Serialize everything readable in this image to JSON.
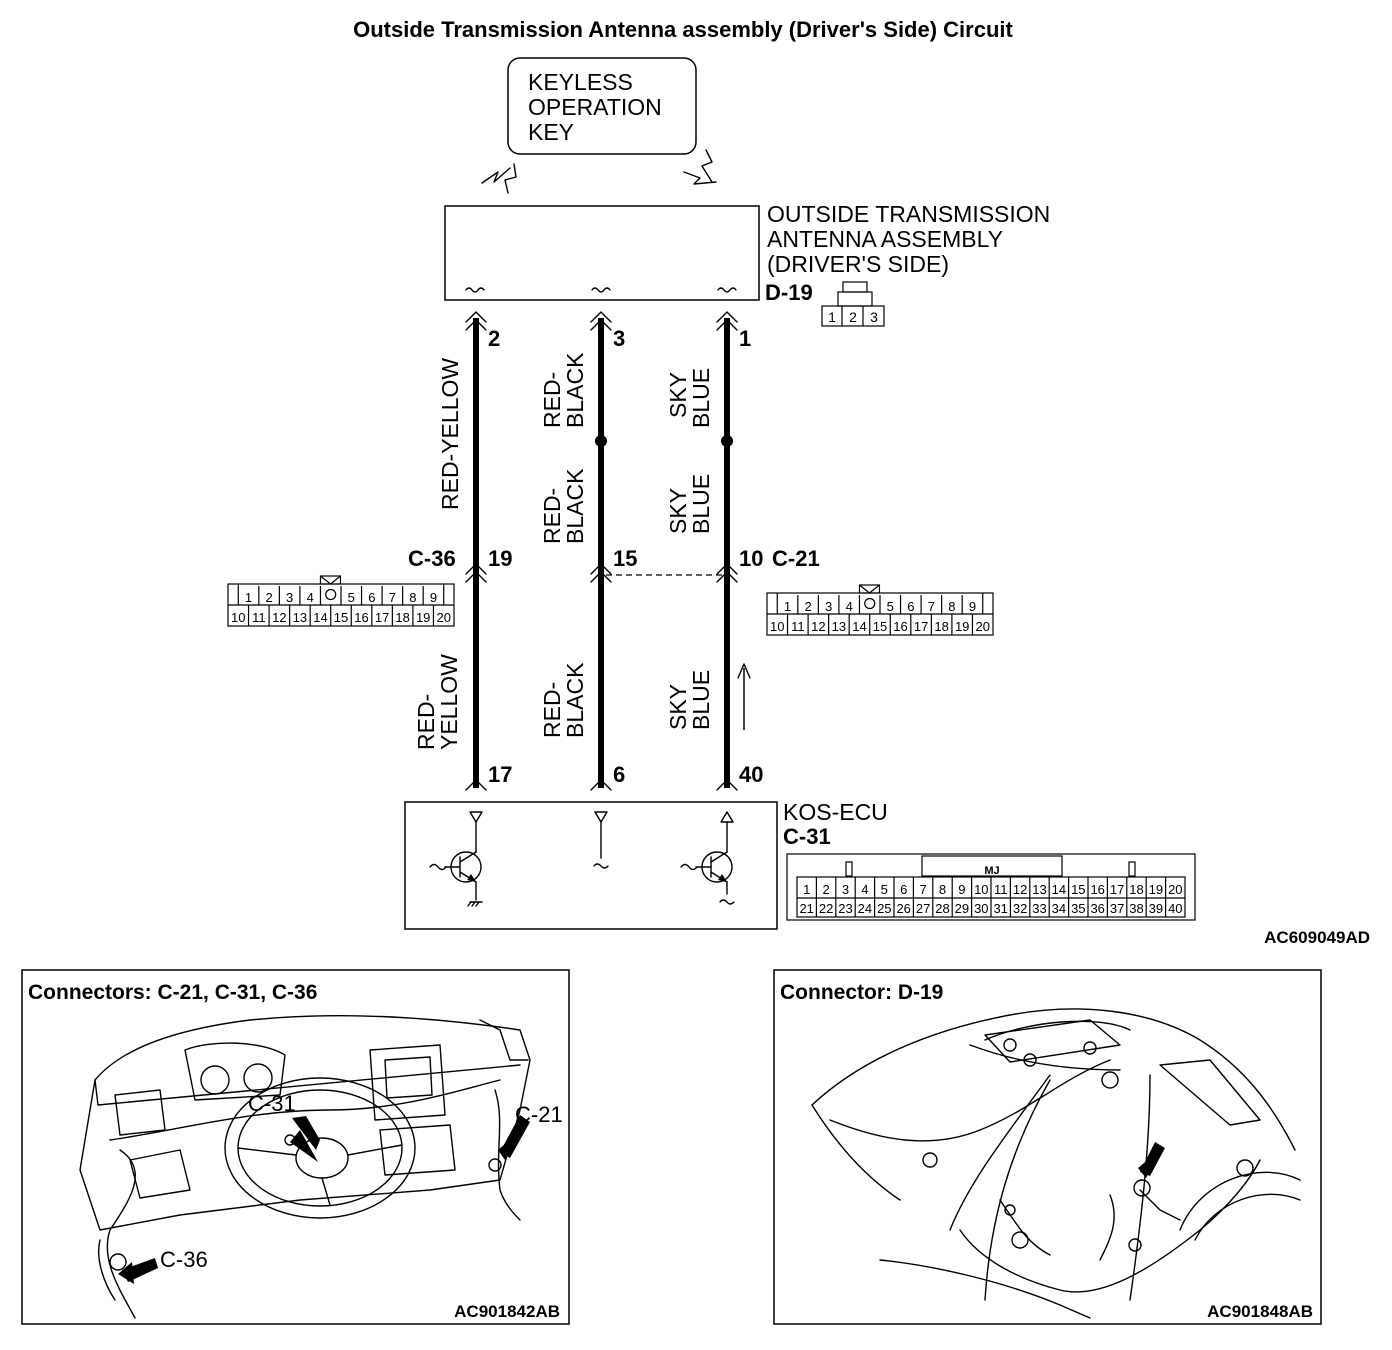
{
  "title": "Outside Transmission Antenna assembly (Driver's Side) Circuit",
  "key": {
    "lines": [
      "KEYLESS",
      "OPERATION",
      "KEY"
    ]
  },
  "antenna": {
    "lines": [
      "OUTSIDE TRANSMISSION",
      "ANTENNA ASSEMBLY",
      "(DRIVER'S SIDE)"
    ],
    "connector": "D-19",
    "pins": [
      "1",
      "2",
      "3"
    ]
  },
  "wires": {
    "left": {
      "top_pin": "2",
      "mid_pin": "19",
      "bottom_pin": "17",
      "upper_color": "RED-YELLOW",
      "lower_color": [
        "RED-",
        "YELLOW"
      ]
    },
    "middle": {
      "top_pin": "3",
      "mid_pin": "15",
      "bottom_pin": "6",
      "upper_color": [
        "RED-",
        "BLACK"
      ],
      "mid_color": [
        "RED-",
        "BLACK"
      ],
      "lower_color": [
        "RED-",
        "BLACK"
      ]
    },
    "right": {
      "top_pin": "1",
      "mid_pin": "10",
      "bottom_pin": "40",
      "upper_color": [
        "SKY",
        "BLUE"
      ],
      "mid_color": [
        "SKY",
        "BLUE"
      ],
      "lower_color": [
        "SKY",
        "BLUE"
      ]
    }
  },
  "connector_c36": {
    "name": "C-36",
    "row1": [
      "1",
      "2",
      "3",
      "4",
      "",
      "5",
      "6",
      "7",
      "8",
      "9"
    ],
    "row2": [
      "10",
      "11",
      "12",
      "13",
      "14",
      "15",
      "16",
      "17",
      "18",
      "19",
      "20"
    ]
  },
  "connector_c21": {
    "name": "C-21",
    "row1": [
      "1",
      "2",
      "3",
      "4",
      "",
      "5",
      "6",
      "7",
      "8",
      "9"
    ],
    "row2": [
      "10",
      "11",
      "12",
      "13",
      "14",
      "15",
      "16",
      "17",
      "18",
      "19",
      "20"
    ]
  },
  "ecu": {
    "name": "KOS-ECU",
    "connector": "C-31",
    "tag": "MJ",
    "row1": [
      "1",
      "2",
      "3",
      "4",
      "5",
      "6",
      "7",
      "8",
      "9",
      "10",
      "11",
      "12",
      "13",
      "14",
      "15",
      "16",
      "17",
      "18",
      "19",
      "20"
    ],
    "row2": [
      "21",
      "22",
      "23",
      "24",
      "25",
      "26",
      "27",
      "28",
      "29",
      "30",
      "31",
      "32",
      "33",
      "34",
      "35",
      "36",
      "37",
      "38",
      "39",
      "40"
    ]
  },
  "figure_code_top": "AC609049AD",
  "panel_left": {
    "title": "Connectors: C-21, C-31, C-36",
    "labels": [
      "C-31",
      "C-21",
      "C-36"
    ],
    "code": "AC901842AB"
  },
  "panel_right": {
    "title": "Connector: D-19",
    "code": "AC901848AB"
  }
}
